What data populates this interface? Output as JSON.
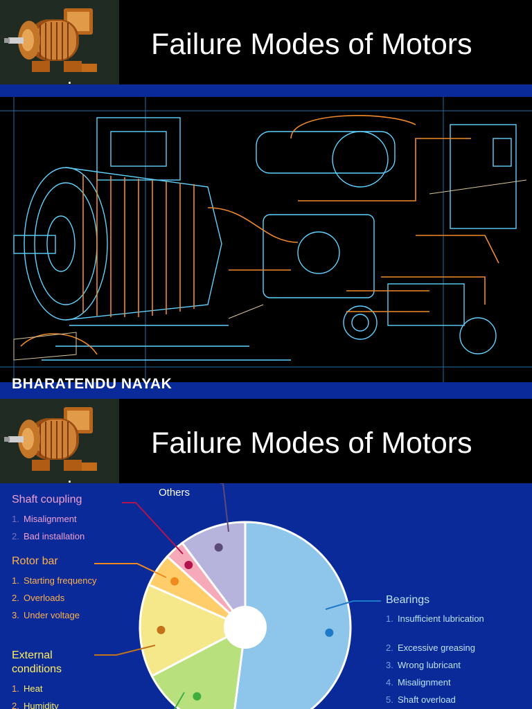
{
  "slide1": {
    "title": "Failure Modes of Motors",
    "logo_mark": ".",
    "author": "BHARATENDU NAYAK",
    "art_icon": "motor-blueprint-illustration"
  },
  "slide2": {
    "title": "Failure Modes of Motors",
    "logo_mark": ".",
    "others_label": "Others",
    "shaft_coupling": {
      "label": "Shaft coupling",
      "items": [
        {
          "num": "1.",
          "text": "Misalignment"
        },
        {
          "num": "2.",
          "text": "Bad installation"
        }
      ]
    },
    "rotor_bar": {
      "label": "Rotor bar",
      "items": [
        {
          "num": "1.",
          "text": "Starting frequency"
        },
        {
          "num": "2.",
          "text": "Overloads"
        },
        {
          "num": "3.",
          "text": "Under voltage"
        }
      ]
    },
    "external": {
      "label": "External conditions",
      "items": [
        {
          "num": "1.",
          "text": "Heat"
        },
        {
          "num": "2.",
          "text": "Humidity"
        }
      ]
    },
    "bearings": {
      "label": "Bearings",
      "items": [
        {
          "num": "1.",
          "text": "Insufficient lubrication"
        },
        {
          "num": "2.",
          "text": "Excessive greasing"
        },
        {
          "num": "3.",
          "text": "Wrong lubricant"
        },
        {
          "num": "4.",
          "text": "Misalignment"
        },
        {
          "num": "5.",
          "text": "Shaft overload"
        }
      ]
    }
  },
  "chart_data": {
    "type": "pie",
    "shape": "donut",
    "slices": [
      {
        "label": "Bearings",
        "value": 51,
        "color": "#8ec5ea",
        "dot": "#1f79c9"
      },
      {
        "label": "",
        "value": 15,
        "color": "#b8e07c",
        "dot": "#3fae3f"
      },
      {
        "label": "External conditions",
        "value": 14,
        "color": "#f5e88a",
        "dot": "#c2731a"
      },
      {
        "label": "Rotor bar",
        "value": 5,
        "color": "#ffce6a",
        "dot": "#f08a1e"
      },
      {
        "label": "Shaft coupling",
        "value": 3,
        "color": "#f6aab9",
        "dot": "#b3134d"
      },
      {
        "label": "Others",
        "value": 10,
        "color": "#b6b4dc",
        "dot": "#5c4a7a"
      }
    ],
    "colors": {
      "band": "#0a2a9a",
      "shaft_coupling_leader": "#b3134d",
      "rotor_bar_leader": "#f08a1e",
      "external_leader": "#c2731a",
      "bearings_leader": "#1f79c9",
      "others_leader": "#5c4a7a",
      "green_leader": "#3fae3f"
    }
  }
}
